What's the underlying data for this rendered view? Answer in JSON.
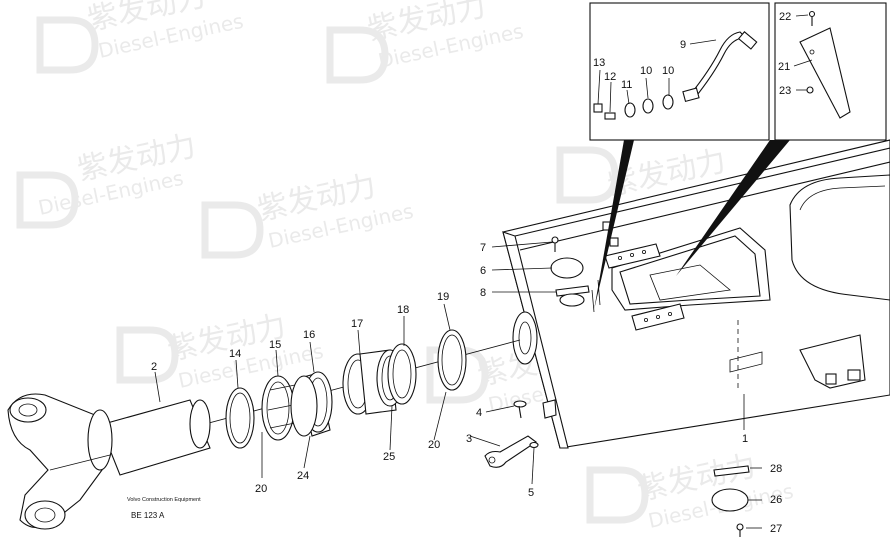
{
  "watermark": {
    "brand_cn": "紫发动力",
    "brand_en": "Diesel-Engines",
    "color": "#d9d9d9"
  },
  "caption": {
    "company": "Volvo Construction Equipment",
    "code": "BE 123 A"
  },
  "callouts": [
    "1",
    "2",
    "3",
    "4",
    "5",
    "6",
    "7",
    "8",
    "9",
    "10",
    "10",
    "11",
    "12",
    "13",
    "14",
    "15",
    "16",
    "17",
    "18",
    "19",
    "20",
    "20",
    "21",
    "22",
    "23",
    "24",
    "25",
    "26",
    "27",
    "28"
  ],
  "colors": {
    "line": "#111111",
    "paper": "#ffffff"
  }
}
